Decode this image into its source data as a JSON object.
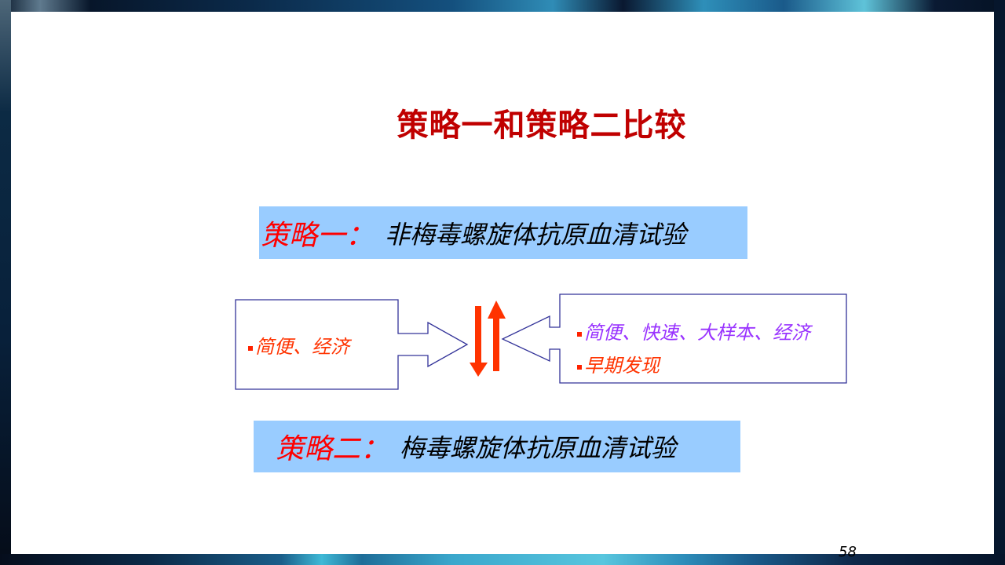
{
  "slide": {
    "title": "策略一和策略二比较",
    "strategy_one": {
      "label": "策略一：",
      "text": "非梅毒螺旋体抗原血清试验"
    },
    "strategy_two": {
      "label": "策略二：",
      "text": "梅毒螺旋体抗原血清试验"
    },
    "left_callout": {
      "items": [
        "简便、经济"
      ]
    },
    "right_callout": {
      "items": [
        "简便、快速、大样本、经济",
        "早期发现"
      ]
    },
    "exchange_arrows": {
      "icon": "up-down-arrows-icon",
      "color": "#ff3300"
    },
    "page_number": "58"
  },
  "colors": {
    "title": "#c00000",
    "strategy_box_bg": "#99ccff",
    "strategy_label": "#ff0000",
    "callout_border": "#333399",
    "left_item": "#ff3300",
    "right_item_1": "#9933ff",
    "right_item_2": "#ff3300"
  }
}
